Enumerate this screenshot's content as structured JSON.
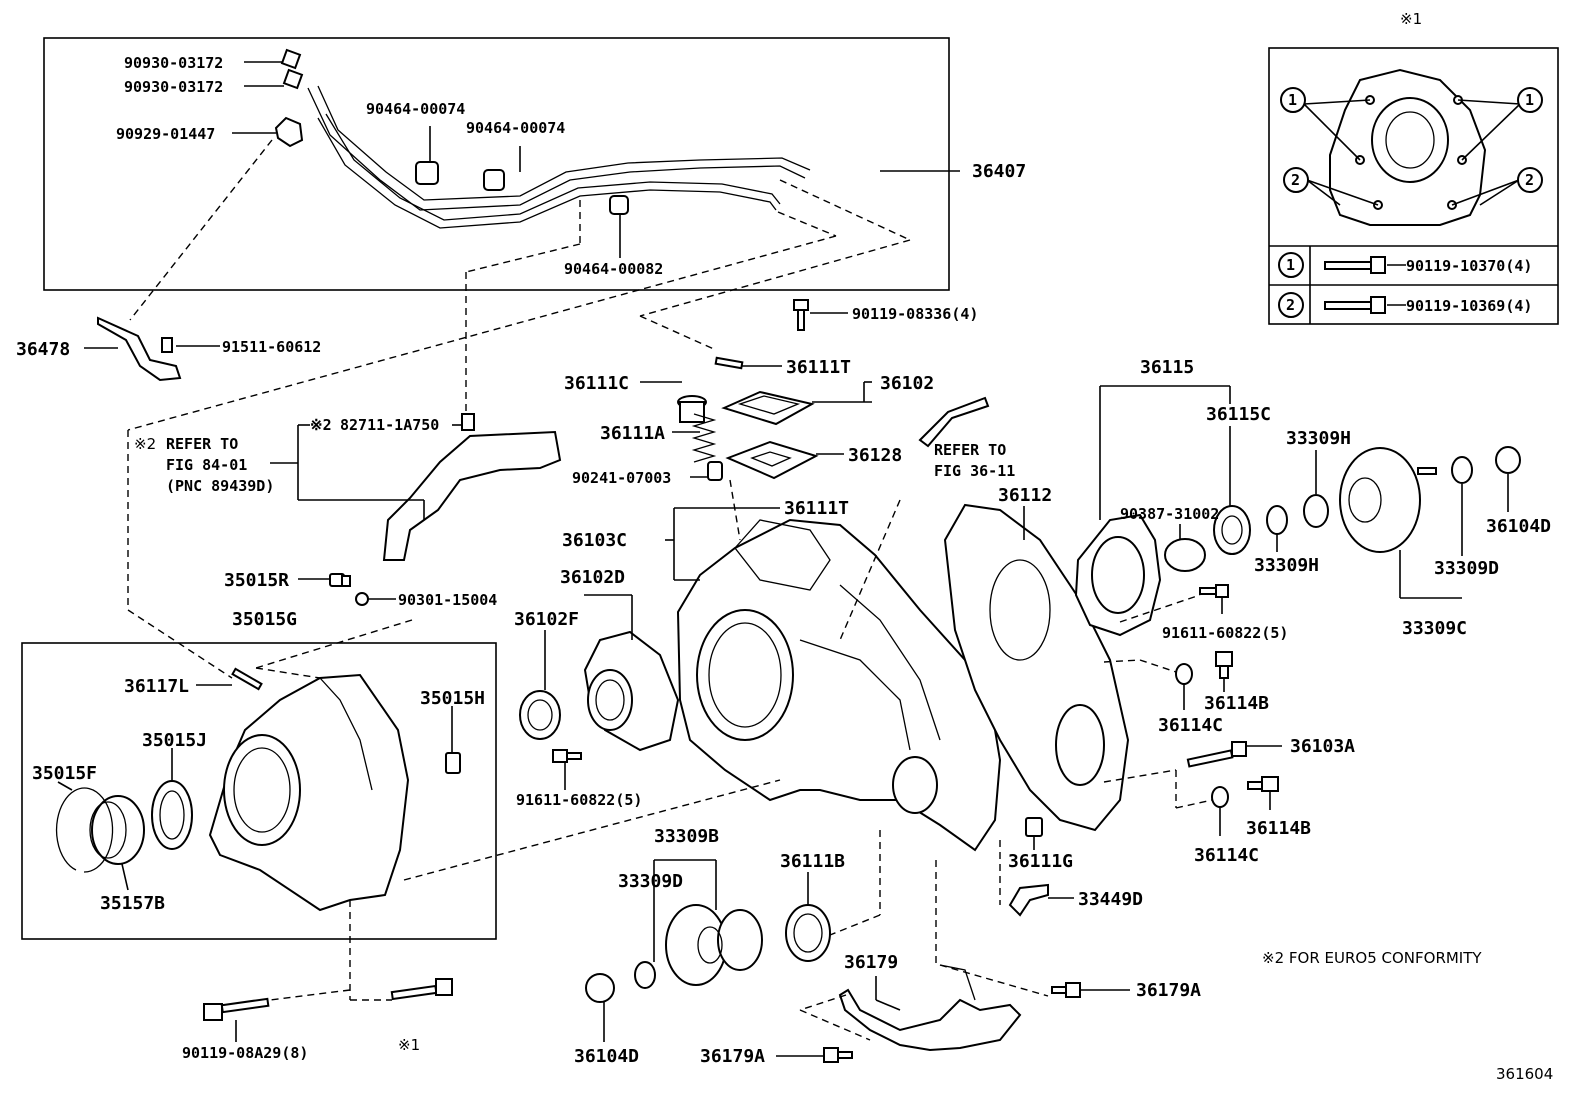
{
  "labels": {
    "p_90930_03172_a": "90930-03172",
    "p_90930_03172_b": "90930-03172",
    "p_90929_01447": "90929-01447",
    "p_90464_00074_a": "90464-00074",
    "p_90464_00074_b": "90464-00074",
    "p_90464_00082": "90464-00082",
    "p_36407": "36407",
    "p_36478": "36478",
    "p_91511_60612": "91511-60612",
    "p_90119_08336": "90119-08336(4)",
    "p_36111T_a": "36111T",
    "p_36102": "36102",
    "p_36111C": "36111C",
    "p_36111A": "36111A",
    "p_36128": "36128",
    "p_90241_07003": "90241-07003",
    "p_36111T_b": "36111T",
    "p_36103C": "36103C",
    "p_36102D": "36102D",
    "p_36102F": "36102F",
    "p_ref2_mark": "※2",
    "p_82711_1A750": "82711-1A750",
    "p_refer_to_1": "REFER TO",
    "p_fig_84_01": "FIG 84-01",
    "p_pnc_89439d": "(PNC 89439D)",
    "p_refer_to_2": "REFER TO",
    "p_fig_36_11": "FIG 36-11",
    "p_35015R": "35015R",
    "p_90301_15004": "90301-15004",
    "p_35015G": "35015G",
    "p_36117L": "36117L",
    "p_35015H": "35015H",
    "p_35015J": "35015J",
    "p_35015F": "35015F",
    "p_35157B": "35157B",
    "p_91611_60822_a": "91611-60822(5)",
    "p_36115": "36115",
    "p_36115C": "36115C",
    "p_33309H_a": "33309H",
    "p_36112": "36112",
    "p_90387_31002": "90387-31002",
    "p_33309H_b": "33309H",
    "p_36104D_a": "36104D",
    "p_33309D_a": "33309D",
    "p_33309C": "33309C",
    "p_91611_60822_b": "91611-60822(5)",
    "p_36114B_a": "36114B",
    "p_36114C_a": "36114C",
    "p_36103A": "36103A",
    "p_36114B_b": "36114B",
    "p_36114C_b": "36114C",
    "p_36111G": "36111G",
    "p_33449D": "33449D",
    "p_33309B": "33309B",
    "p_33309D_b": "33309D",
    "p_36111B": "36111B",
    "p_36179": "36179",
    "p_36179A_a": "36179A",
    "p_36179A_b": "36179A",
    "p_36104D_b": "36104D",
    "p_90119_08A29": "90119-08A29(8)",
    "p_ref1_bottom": "※1",
    "p_ref1_inset": "※1",
    "p_euro5_note": "※2 FOR EURO5 CONFORMITY",
    "p_fig_number": "361604"
  },
  "inset": {
    "row1_marker": "1",
    "row2_marker": "2",
    "row1_part": "90119-10370(4)",
    "row2_part": "90119-10369(4)",
    "callout_1_left": "1",
    "callout_1_right": "1",
    "callout_2_left": "2",
    "callout_2_right": "2"
  }
}
